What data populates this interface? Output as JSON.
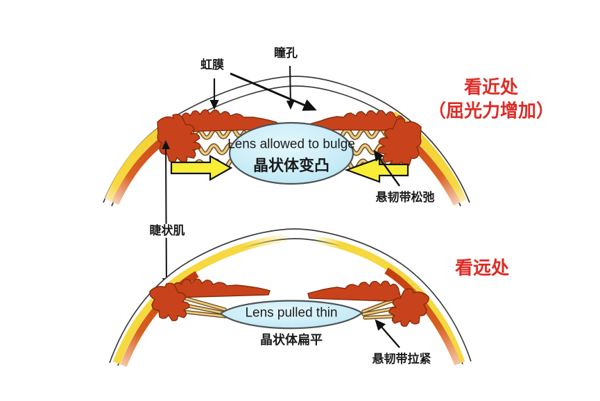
{
  "labels": {
    "iris": "虹膜",
    "pupil": "瞳孔",
    "ciliary_muscle": "睫状肌"
  },
  "near_view": {
    "heading_line1": "看近处",
    "heading_line2": "（屈光力增加）",
    "lens_text_en": "Lens allowed to bulge",
    "lens_text_zh": "晶状体变凸",
    "zonule_text": "悬韧带松弛"
  },
  "far_view": {
    "heading": "看远处",
    "lens_text_en": "Lens pulled thin",
    "lens_text_zh": "晶状体扁平",
    "zonule_text": "悬韧带拉紧"
  },
  "colors": {
    "heading_red": "#dd2b25",
    "lens_blue": "#c9ebf7",
    "sclera_yellow": "#f6d83f",
    "muscle_red": "#c8431c",
    "muscle_outline": "#872c09",
    "zonule_tan": "#edca82",
    "zonule_outline": "#6e4e1e",
    "block_arrow_yellow": "#f8ee38",
    "line_dark": "#3c3c3c"
  }
}
